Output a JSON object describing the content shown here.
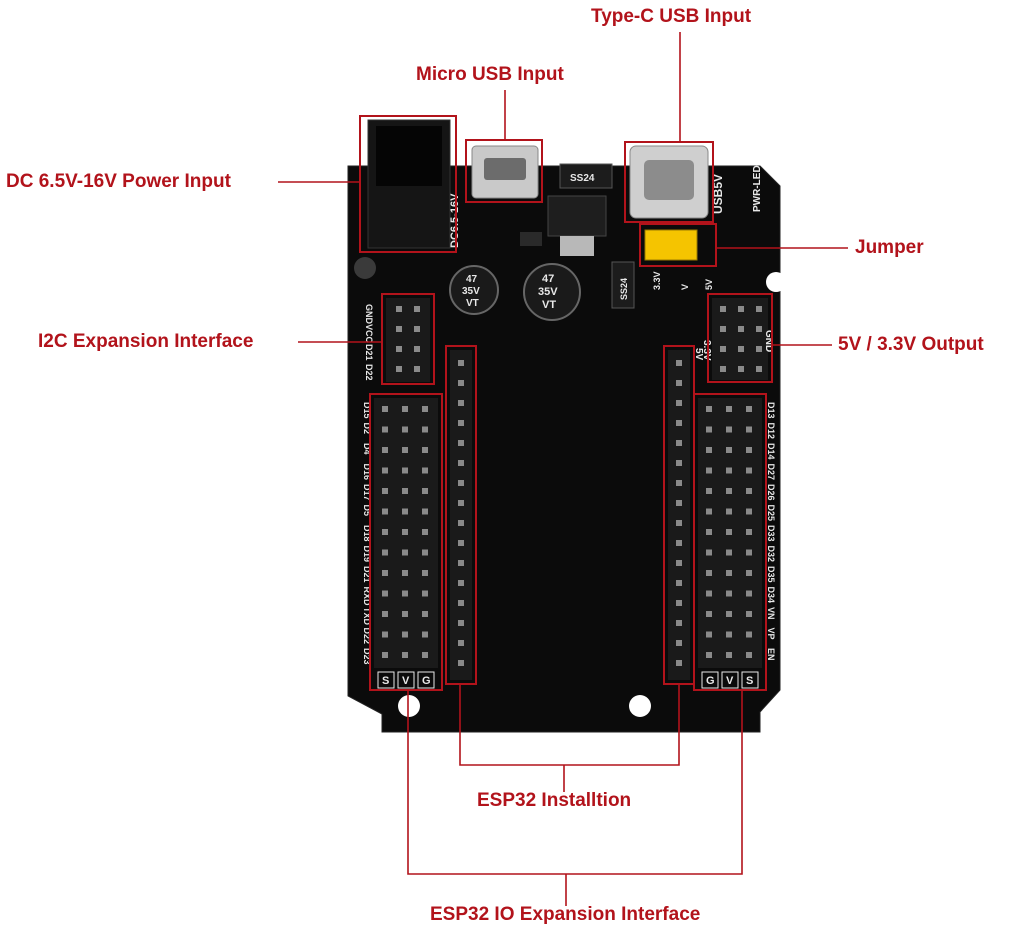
{
  "callouts": {
    "typec": "Type-C USB Input",
    "micro": "Micro USB Input",
    "dc": "DC 6.5V-16V Power Input",
    "jumper": "Jumper",
    "i2c": "I2C Expansion Interface",
    "out": "5V / 3.3V Output",
    "install": "ESP32 Installtion",
    "io": "ESP32 IO Expansion Interface"
  },
  "board": {
    "dc_label": "DC6.5-16V",
    "usb_label": "USB5V",
    "led_label": "PWR-LED",
    "ss_label": "SS24",
    "ss2_label": "SS24",
    "cap1": [
      "47",
      "35V",
      "VT"
    ],
    "cap2": [
      "47",
      "35V",
      "VT"
    ],
    "jumper_labels": [
      "3.3V",
      "V",
      "5V"
    ],
    "out_labels": [
      "3.3V",
      "5V",
      "GND"
    ],
    "i2c_pins": [
      "GND",
      "VCC",
      "D21",
      "D22"
    ],
    "left_pins": [
      "D15",
      "D2",
      "D4",
      "D16",
      "D17",
      "D5",
      "D18",
      "D19",
      "D21",
      "RXD",
      "TXD",
      "D22",
      "D23"
    ],
    "right_pins": [
      "D13",
      "D12",
      "D14",
      "D27",
      "D26",
      "D25",
      "D33",
      "D32",
      "D35",
      "D34",
      "VN",
      "VP",
      "EN"
    ],
    "left_header_bottom": [
      "S",
      "V",
      "G"
    ],
    "right_header_bottom": [
      "G",
      "V",
      "S"
    ]
  },
  "colors": {
    "callout": "#b2131b",
    "board": "#0b0b0b",
    "header": "#1a1a1a",
    "pin": "#8a8a8a",
    "jumper": "#f5c400"
  }
}
